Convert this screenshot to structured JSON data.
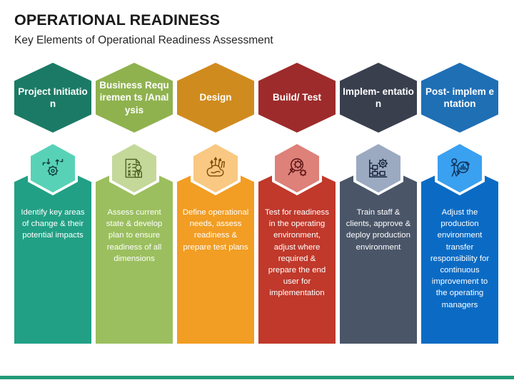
{
  "header": {
    "title": "OPERATIONAL READINESS",
    "subtitle": "Key Elements of Operational Readiness Assessment"
  },
  "footer": {
    "accent_color": "#219B78"
  },
  "columns": [
    {
      "id": "project-initiation",
      "heading": "Project Initiation",
      "body": "Identify key areas of change & their potential impacts",
      "icon": "gear-change-arrows-icon",
      "colors": {
        "hex_head": "#1B7A66",
        "body": "#21A085",
        "icon_bg": "#58D2B7",
        "icon_stroke": "#10413A"
      }
    },
    {
      "id": "business-requirements-analysis",
      "heading": "Business Requiremen ts /Analysis",
      "body": "Assess current state & develop plan to ensure readiness of all dimensions",
      "icon": "checklist-person-icon",
      "colors": {
        "hex_head": "#8FB24F",
        "body": "#9BBF5E",
        "icon_bg": "#C4D89A",
        "icon_stroke": "#4C5F22"
      }
    },
    {
      "id": "design",
      "heading": "Design",
      "body": "Define operational needs, assess readiness & prepare test plans",
      "icon": "design-tools-cup-icon",
      "colors": {
        "hex_head": "#D08B1E",
        "body": "#F29D23",
        "icon_bg": "#F9C882",
        "icon_stroke": "#7A4A07"
      }
    },
    {
      "id": "build-test",
      "heading": "Build/ Test",
      "body": "Test for readiness in the operating environment, adjust where required & prepare the end user for implementation",
      "icon": "magnifier-gear-icon",
      "colors": {
        "hex_head": "#9E2B2B",
        "body": "#C0392B",
        "icon_bg": "#DD8179",
        "icon_stroke": "#5B1313"
      }
    },
    {
      "id": "implementation",
      "heading": "Implem- entation",
      "body": "Train staff & clients, approve & deploy production environment",
      "icon": "flowchart-gear-icon",
      "colors": {
        "hex_head": "#393F4D",
        "body": "#4A5568",
        "icon_bg": "#9BAAC1",
        "icon_stroke": "#17233B"
      }
    },
    {
      "id": "post-implementation",
      "heading": "Post- implem entation",
      "body": "Adjust the production environment transfer responsibility for continuous improvement to the operating managers",
      "icon": "person-chart-magnifier-icon",
      "colors": {
        "hex_head": "#1F6FB5",
        "body": "#0B6BC4",
        "icon_bg": "#3AA0F0",
        "icon_stroke": "#0B2F55"
      }
    }
  ]
}
